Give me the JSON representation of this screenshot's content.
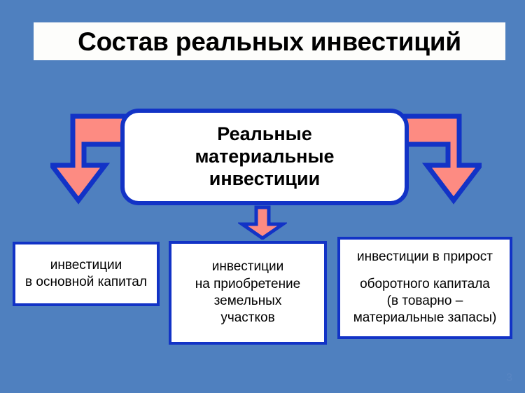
{
  "slide": {
    "background_color": "#4f80bf",
    "box_border_color": "#1233c6",
    "arrow_fill_color": "#fd8b82",
    "arrow_border_color": "#1233c6",
    "box_fill_color": "#ffffff",
    "title_fill_color": "#fdfdfb"
  },
  "title": {
    "text": "Состав реальных инвестиций"
  },
  "central_box": {
    "lines": [
      "Реальные",
      "материальные",
      "инвестиции"
    ]
  },
  "arrows": [
    {
      "name": "elbow-arrow-left",
      "direction": "left-then-down"
    },
    {
      "name": "elbow-arrow-right",
      "direction": "right-then-down"
    },
    {
      "name": "down-arrow-center",
      "direction": "down"
    }
  ],
  "leaf_boxes": [
    {
      "id": "fixed-capital",
      "lines": [
        "инвестиции",
        "в основной капитал"
      ]
    },
    {
      "id": "land",
      "lines": [
        "инвестиции",
        "на приобретение",
        "земельных",
        "участков"
      ]
    },
    {
      "id": "working-capital",
      "lines": [
        "инвестиции в прирост",
        "",
        "оборотного капитала",
        "(в товарно –",
        "материальные запасы)"
      ]
    }
  ],
  "footer": {
    "page_number": "3"
  }
}
